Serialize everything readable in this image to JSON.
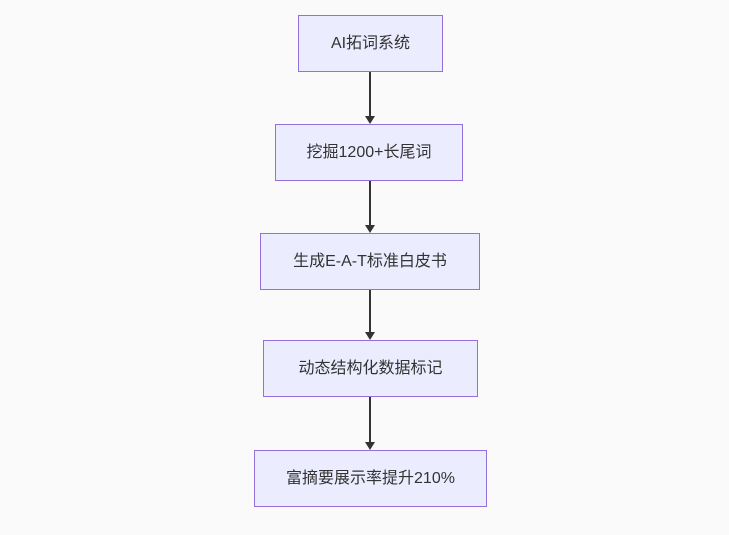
{
  "flowchart": {
    "direction": "top-down",
    "background_color": "#fafafa",
    "node_fill_color": "#ececff",
    "node_border_color": "#9370db",
    "text_color": "#333333",
    "arrow_color": "#333333",
    "nodes": [
      {
        "label": "AI拓词系统"
      },
      {
        "label": "挖掘1200+长尾词"
      },
      {
        "label": "生成E-A-T标准白皮书"
      },
      {
        "label": "动态结构化数据标记"
      },
      {
        "label": "富摘要展示率提升210%"
      }
    ],
    "edges": [
      {
        "from": 0,
        "to": 1
      },
      {
        "from": 1,
        "to": 2
      },
      {
        "from": 2,
        "to": 3
      },
      {
        "from": 3,
        "to": 4
      }
    ]
  }
}
